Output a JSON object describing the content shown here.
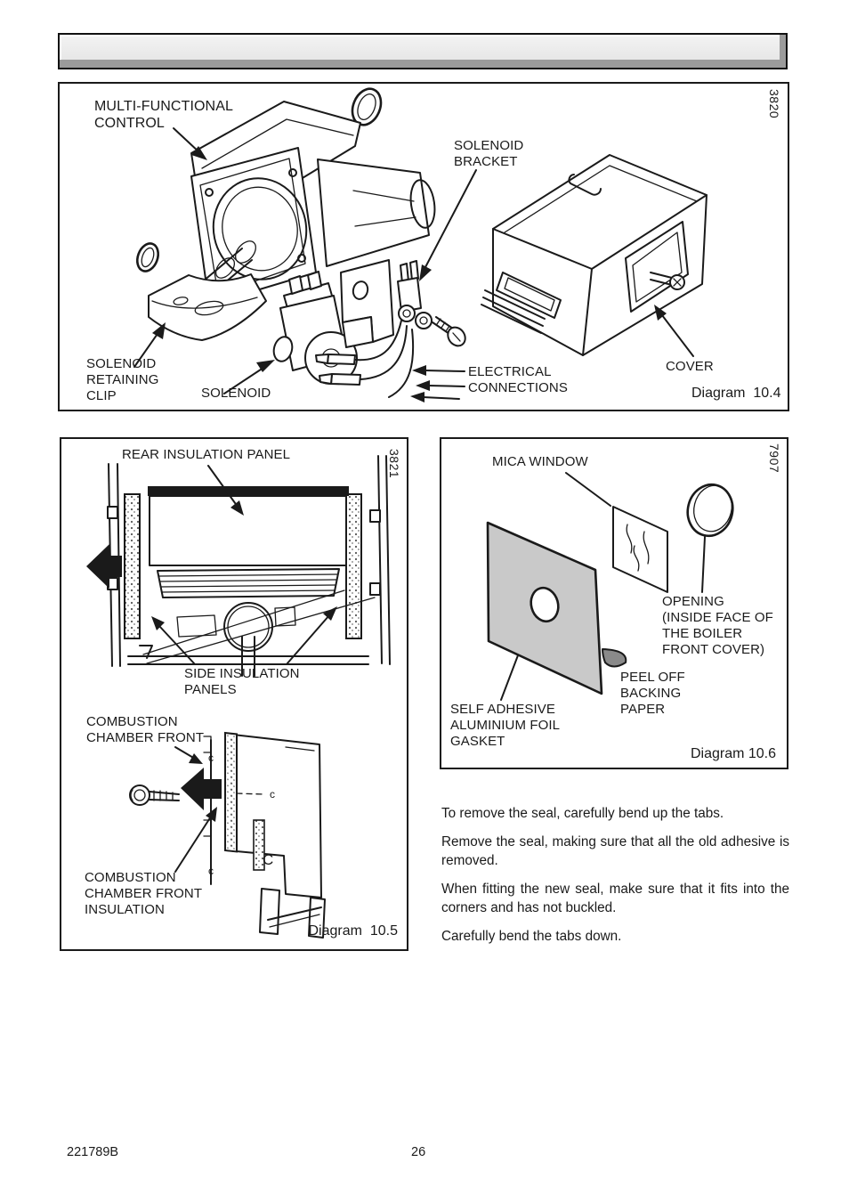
{
  "figures": {
    "fig104": {
      "ref": "3820",
      "caption": "Diagram  10.4",
      "labels": {
        "multi_functional_control": "MULTI-FUNCTIONAL\nCONTROL",
        "solenoid_bracket": "SOLENOID\nBRACKET",
        "solenoid_retaining_clip": "SOLENOID\nRETAINING\nCLIP",
        "solenoid": "SOLENOID",
        "electrical_connections": "ELECTRICAL\nCONNECTIONS",
        "cover": "COVER"
      }
    },
    "fig105": {
      "ref": "3821",
      "caption": "Diagram  10.5",
      "labels": {
        "rear_insulation_panel": "REAR INSULATION PANEL",
        "side_insulation_panels": "SIDE INSULATION\nPANELS",
        "combustion_chamber_front": "COMBUSTION\nCHAMBER FRONT",
        "combustion_chamber_front_insulation": "COMBUSTION\nCHAMBER FRONT\nINSULATION"
      },
      "marks": {
        "c1": "c",
        "c2": "c",
        "c3": "C",
        "c4": "c"
      }
    },
    "fig106": {
      "ref": "7907",
      "caption": "Diagram 10.6",
      "labels": {
        "mica_window": "MICA WINDOW",
        "opening": "OPENING\n(INSIDE FACE OF\nTHE BOILER\nFRONT COVER)",
        "peel_off_backing_paper": "PEEL OFF\nBACKING\nPAPER",
        "self_adhesive_aluminium_foil_gasket": "SELF ADHESIVE\nALUMINIUM FOIL\nGASKET"
      }
    }
  },
  "instructions": {
    "paragraphs": [
      "To remove the seal, carefully bend up the tabs.",
      "Remove the seal, making sure that all the old adhesive is removed.",
      "When fitting the new seal, make sure that it fits into the corners and has not buckled.",
      "Carefully bend the tabs down."
    ]
  },
  "footer": {
    "doc_code": "221789B",
    "page_number": "26"
  },
  "colors": {
    "ink": "#1a1a1a",
    "gasket_gray": "#c9c9c9",
    "peel_gray": "#8a8a8a",
    "bar_face": "#e8e8e8",
    "bar_shadow": "#9b9b9b"
  }
}
